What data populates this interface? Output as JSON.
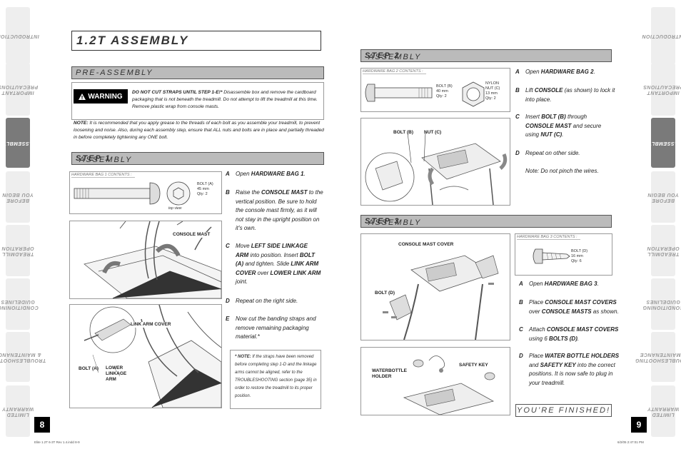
{
  "title": "1.2T ASSEMBLY",
  "side_tabs": [
    "INTRODUCTION",
    "IMPORTANT\nPRECAUTIONS",
    "ASSEMBLY",
    "BEFORE\nYOU BEGIN",
    "TREADMILL\nOPERATION",
    "CONDITIONING\nGUIDELINES",
    "TROUBLESHOOTING\n& MAINTENANCE",
    "LIMITED\nWARRANTY"
  ],
  "active_tab": "ASSEMBLY",
  "page_left": "8",
  "page_right": "9",
  "pre_assembly": {
    "header": "PRE-ASSEMBLY",
    "warning_label": "WARNING",
    "warning_bold": "DO NOT CUT STRAPS UNTIL STEP 1-E!*",
    "warning_text": "Disassemble box and remove the cardboard packaging that is not beneath the treadmill. Do not attempt to lift the treadmill at this time. Remove plastic wrap from console masts.",
    "note_label": "NOTE:",
    "note_text": "It is recommended that you apply grease to the threads of each bolt as you assemble your treadmill, to prevent loosening and noise. Also, during each assembly step, ensure that ALL nuts and bolts are in place and partially threaded in before completely tightening any ONE bolt."
  },
  "step1": {
    "header_a": "ASSEMBLY",
    "header_b": "STEP 1",
    "hw_label": "HARDWARE BAG 1 CONTENTS :",
    "bolt_text": "BOLT (A)\n45 mm\nQty: 2",
    "top_view": "top view",
    "label_console_mast": "CONSOLE MAST",
    "label_link_arm_cover": "LINK ARM COVER",
    "label_bolt_a": "BOLT (A)",
    "label_lower_linkage_arm": "LOWER\nLINKAGE\nARM",
    "steps": [
      {
        "letter": "A",
        "html": "Open <b>HARDWARE BAG 1</b>."
      },
      {
        "letter": "B",
        "html": "Raise the <b>CONSOLE MAST</b> to the vertical position. Be sure to hold the console mast firmly, as it will not stay in the upright position on it’s own."
      },
      {
        "letter": "C",
        "html": "Move <b>LEFT SIDE LINKAGE ARM</b> into position. Insert <b>BOLT (A)</b> and tighten. Slide <b>LINK ARM COVER</b> over <b>LOWER LINK ARM</b> joint."
      },
      {
        "letter": "D",
        "html": "Repeat on the right side."
      },
      {
        "letter": "E",
        "html": "Now cut the banding straps and remove remaining packaging material.*"
      }
    ],
    "asterisk_note": "<b>* NOTE:</b> If the straps have been removed before completing step 1-D and the linkage arms cannot be aligned, refer to the TROUBLESHOOTING section (page 35) in order to restore the treadmill to its proper position."
  },
  "step2": {
    "header_a": "ASSEMBLY",
    "header_b": "STEP 2",
    "hw_label": "HARDWARE BAG 2 CONTENTS :",
    "bolt_text": "BOLT (B)\n40 mm\nQty: 2",
    "nut_text": "NYLON\nNUT (C)\n13 mm\nQty: 2",
    "label_bolt_b": "BOLT (B)",
    "label_nut_c": "NUT (C)",
    "steps": [
      {
        "letter": "A",
        "html": "Open <b>HARDWARE BAG 2</b>."
      },
      {
        "letter": "B",
        "html": "Lift <b>CONSOLE</b> (as shown) to lock it into place."
      },
      {
        "letter": "C",
        "html": "Insert <b>BOLT (B)</b> through <b>CONSOLE MAST</b> and secure using <b>NUT (C)</b>."
      },
      {
        "letter": "D",
        "html": "Repeat on other side.<br><br>Note: Do not pinch the wires."
      }
    ]
  },
  "step3": {
    "header_a": "ASSEMBLY",
    "header_b": "STEP 3",
    "hw_label": "HARDWARE BAG 3 CONTENTS :",
    "bolt_text": "BOLT (D)\n16 mm\nQty: 6",
    "label_console_mast_cover": "CONSOLE MAST COVER",
    "label_bolt_d": "BOLT (D)",
    "label_waterbottle_holder": "WATERBOTTLE\nHOLDER",
    "label_safety_key": "SAFETY KEY",
    "steps": [
      {
        "letter": "A",
        "html": "Open <b>HARDWARE BAG 3</b>."
      },
      {
        "letter": "B",
        "html": "Place <b>CONSOLE MAST COVERS</b> over <b>CONSOLE MASTS</b> as shown."
      },
      {
        "letter": "C",
        "html": "Attach <b>CONSOLE MAST COVERS</b> using 6 <b>BOLTS (D)</b>."
      },
      {
        "letter": "D",
        "html": "Place <b>WATER BOTTLE HOLDERS</b> and <b>SAFETY KEY</b> into the correct positions. It is now safe to plug in your treadmill."
      }
    ]
  },
  "finished": "YOU’RE FINISHED!",
  "footer_left": "Elite 1.2T 6-3T Rev 1.4.indd  8-9",
  "footer_right": "6/2/05   2:47:01 PM"
}
